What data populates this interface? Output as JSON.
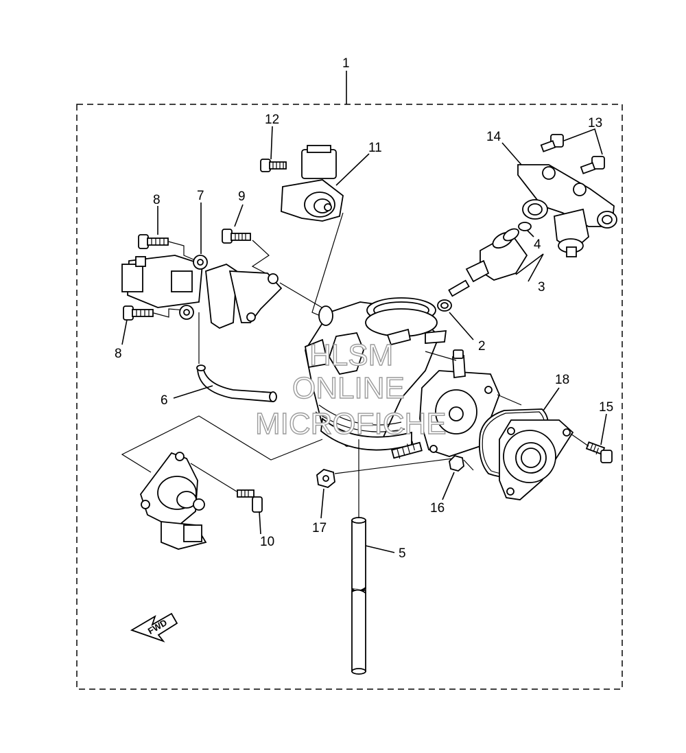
{
  "callouts": {
    "c1": "1",
    "c2": "2",
    "c3": "3",
    "c4": "4",
    "c5": "5",
    "c6": "6",
    "c7": "7",
    "c8a": "8",
    "c8b": "8",
    "c9": "9",
    "c10": "10",
    "c11": "11",
    "c12": "12",
    "c13": "13",
    "c14": "14",
    "c15": "15",
    "c16": "16",
    "c17": "17",
    "c18": "18"
  },
  "fwd_label": "FWD",
  "watermark": {
    "line1": "HLSM",
    "line2": "ONLINE",
    "line3": "MICROFICHE"
  },
  "colors": {
    "line": "#000000",
    "background": "#ffffff",
    "watermark": "#9a9a9a"
  }
}
